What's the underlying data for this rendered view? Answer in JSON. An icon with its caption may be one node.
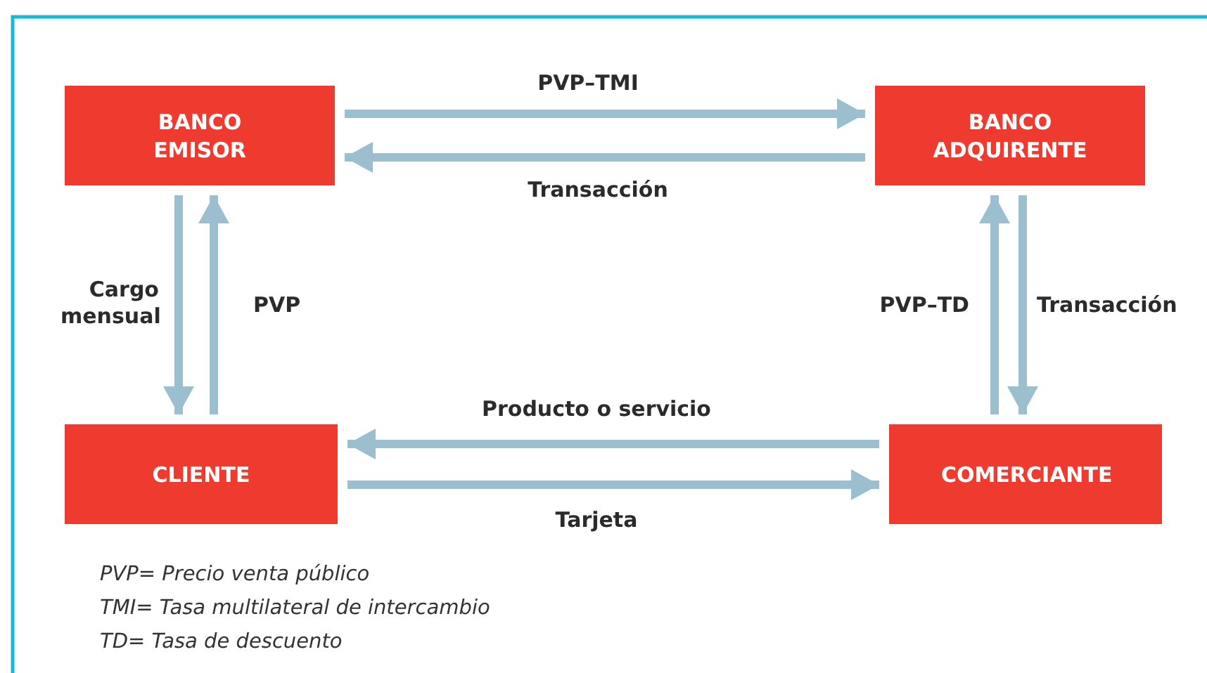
{
  "diagram": {
    "nodes": [
      {
        "text": [
          "BANCO EMISOR"
        ]
      },
      {
        "text": [
          "BANCO ADQUIRENTE"
        ]
      },
      {
        "text": [
          "CLIENTE"
        ]
      },
      {
        "text": [
          "COMERCIANTE"
        ]
      }
    ],
    "edges": [
      {
        "from": 0,
        "to": 1,
        "arrow": "to",
        "label": "PVP–TMI"
      },
      {
        "from": 1,
        "to": 0,
        "arrow": "to",
        "label": "Transacción"
      },
      {
        "from": 0,
        "to": 2,
        "arrow": "to",
        "label": "Cargo mensual"
      },
      {
        "from": 2,
        "to": 0,
        "arrow": "to",
        "label": "PVP"
      },
      {
        "from": 3,
        "to": 1,
        "arrow": "to",
        "label": "PVP–TD"
      },
      {
        "from": 1,
        "to": 3,
        "arrow": "to",
        "label": "Transacción"
      },
      {
        "from": 3,
        "to": 2,
        "arrow": "to",
        "label": "Producto o servicio"
      },
      {
        "from": 2,
        "to": 3,
        "arrow": "to",
        "label": "Tarjeta"
      }
    ],
    "labels": [
      "PVP= Precio venta público",
      "TMI= Tasa multilateral de intercambio",
      "TD= Tasa de descuento"
    ]
  }
}
